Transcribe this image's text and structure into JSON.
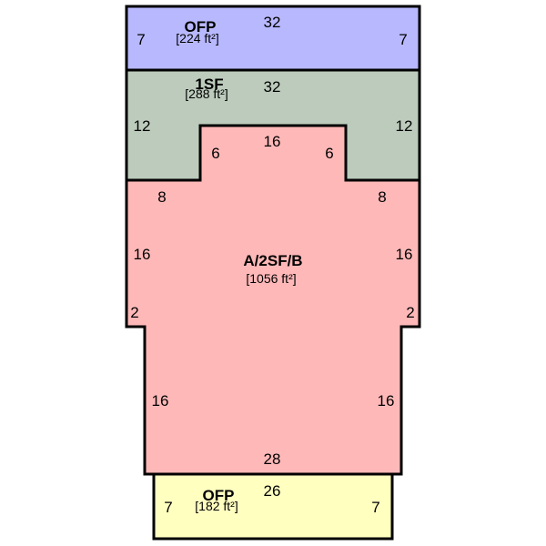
{
  "sections": {
    "ofp_top": {
      "label": "OFP",
      "area": "[224 ft²]",
      "color": "#b8b8ff",
      "dims": {
        "top": "32",
        "left": "7",
        "right": "7"
      }
    },
    "sf1": {
      "label": "1SF",
      "area": "[288 ft²]",
      "color": "#bccbbc",
      "dims": {
        "top": "32",
        "left": "12",
        "right": "12",
        "notch_left": "6",
        "notch_top": "16",
        "notch_right": "6"
      }
    },
    "main": {
      "label": "A/2SF/B",
      "area": "[1056 ft²]",
      "color": "#ffb8b8",
      "dims": {
        "left_top": "8",
        "right_top": "8",
        "left_mid": "16",
        "right_mid": "16",
        "left_step": "2",
        "right_step": "2",
        "left_low": "16",
        "right_low": "16",
        "bottom": "28"
      }
    },
    "ofp_bottom": {
      "label": "OFP",
      "area": "[182 ft²]",
      "color": "#ffffc0",
      "dims": {
        "top": "26",
        "left": "7",
        "right": "7"
      }
    }
  }
}
